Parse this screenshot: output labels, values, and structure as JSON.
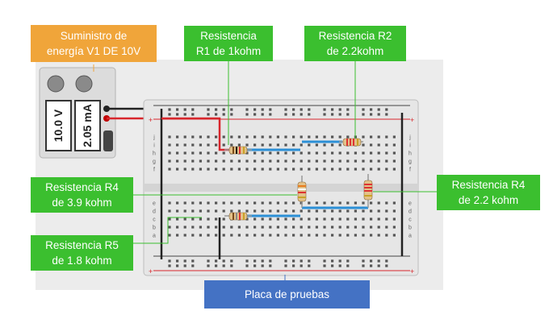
{
  "callouts": {
    "power": "Suministro de\nenergía V1 DE 10V",
    "r1": "Resistencia\nR1 de 1kohm",
    "r2": "Resistencia R2\nde 2.2kohm",
    "r4_left": "Resistencia R4\nde 3.9 kohm",
    "r4_right": "Resistencia R4\nde 2.2 kohm",
    "r5": "Resistencia R5\nde 1.8 kohm",
    "board": "Placa de pruebas"
  },
  "power_supply": {
    "voltage": "10.0 V",
    "current": "2.05 mA"
  },
  "breadboard": {
    "row_letters_top": [
      "j",
      "i",
      "h",
      "g",
      "f"
    ],
    "row_letters_bottom": [
      "e",
      "d",
      "c",
      "b",
      "a"
    ],
    "plus": "+",
    "minus": "-"
  },
  "colors": {
    "callout_green": "#3bbf2f",
    "callout_orange": "#f0a53a",
    "callout_blue": "#4472c4",
    "wire_blue": "#2b8fd6",
    "wire_red": "#d8262c",
    "wire_black": "#222222"
  }
}
